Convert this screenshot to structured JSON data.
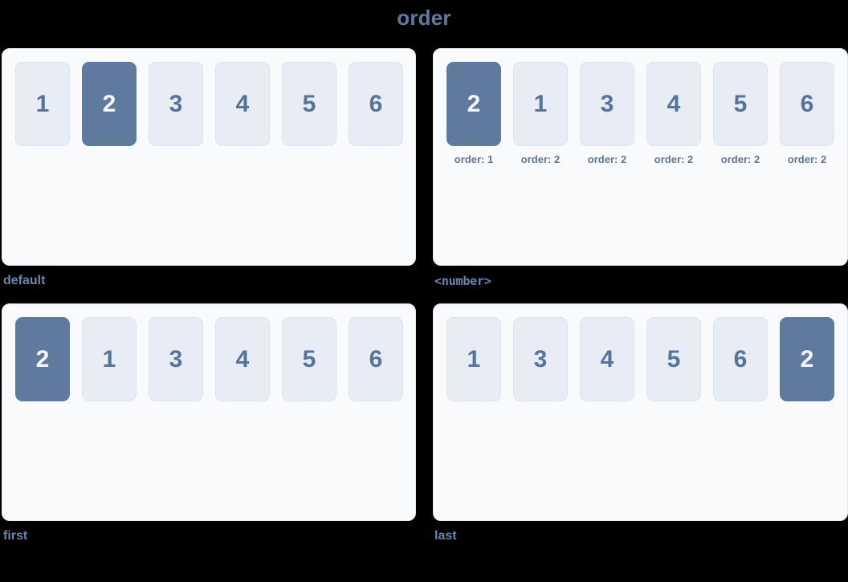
{
  "title": "order",
  "theme": {
    "background": "#000000",
    "card_background": "#f8fafc",
    "card_border": "#e6ebf2",
    "tile_background": "#e8edf5",
    "tile_border": "#dde4ef",
    "tile_text": "#56749b",
    "tile_active_background": "#5f7a9e",
    "tile_active_text": "#f4f7fb",
    "title_color": "#61799f",
    "caption_color": "#6a86ad",
    "note_color": "#5f7592"
  },
  "demos": [
    {
      "caption": "default",
      "caption_style": "bold",
      "items": [
        {
          "label": "1",
          "active": false,
          "note": null
        },
        {
          "label": "2",
          "active": true,
          "note": null
        },
        {
          "label": "3",
          "active": false,
          "note": null
        },
        {
          "label": "4",
          "active": false,
          "note": null
        },
        {
          "label": "5",
          "active": false,
          "note": null
        },
        {
          "label": "6",
          "active": false,
          "note": null
        }
      ]
    },
    {
      "caption": "<number>",
      "caption_style": "mono",
      "items": [
        {
          "label": "2",
          "active": true,
          "note": "order: 1"
        },
        {
          "label": "1",
          "active": false,
          "note": "order: 2"
        },
        {
          "label": "3",
          "active": false,
          "note": "order: 2"
        },
        {
          "label": "4",
          "active": false,
          "note": "order: 2"
        },
        {
          "label": "5",
          "active": false,
          "note": "order: 2"
        },
        {
          "label": "6",
          "active": false,
          "note": "order: 2"
        }
      ]
    },
    {
      "caption": "first",
      "caption_style": "bold",
      "items": [
        {
          "label": "2",
          "active": true,
          "note": null
        },
        {
          "label": "1",
          "active": false,
          "note": null
        },
        {
          "label": "3",
          "active": false,
          "note": null
        },
        {
          "label": "4",
          "active": false,
          "note": null
        },
        {
          "label": "5",
          "active": false,
          "note": null
        },
        {
          "label": "6",
          "active": false,
          "note": null
        }
      ]
    },
    {
      "caption": "last",
      "caption_style": "bold",
      "items": [
        {
          "label": "1",
          "active": false,
          "note": null
        },
        {
          "label": "3",
          "active": false,
          "note": null
        },
        {
          "label": "4",
          "active": false,
          "note": null
        },
        {
          "label": "5",
          "active": false,
          "note": null
        },
        {
          "label": "6",
          "active": false,
          "note": null
        },
        {
          "label": "2",
          "active": true,
          "note": null
        }
      ]
    }
  ]
}
